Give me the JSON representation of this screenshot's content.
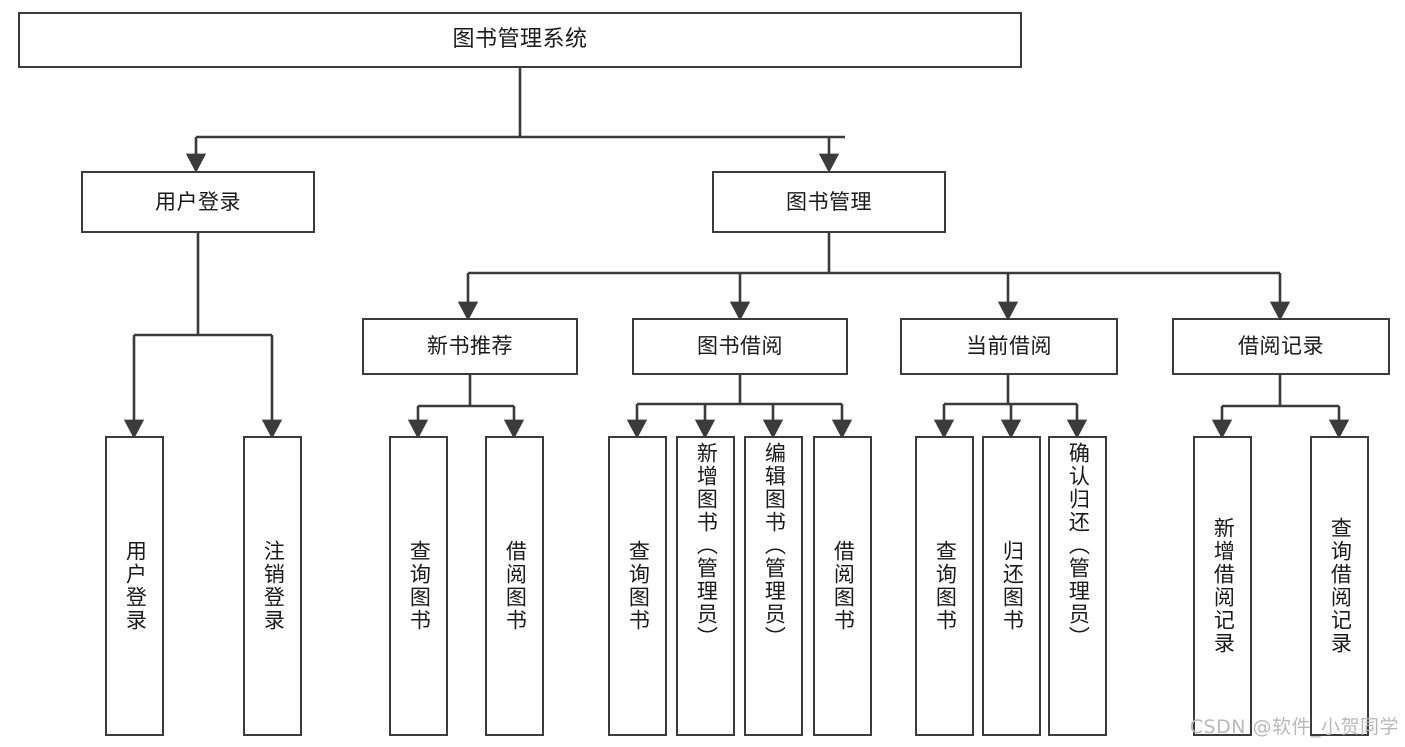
{
  "diagram": {
    "title": "图书管理系统",
    "type": "tree-structure-chart",
    "watermark": "CSDN @软件_小贺同学",
    "colors": {
      "stroke": "#3b3b3b",
      "fill": "#ffffff",
      "text": "#1a1a1a",
      "watermark": "#b9b9b9"
    },
    "nodes": {
      "root": {
        "label": "图书管理系统"
      },
      "level2": [
        {
          "id": "user-login",
          "label": "用户登录"
        },
        {
          "id": "book-manage",
          "label": "图书管理"
        }
      ],
      "level3": [
        {
          "id": "new-book-recommend",
          "label": "新书推荐"
        },
        {
          "id": "book-borrow",
          "label": "图书借阅"
        },
        {
          "id": "current-borrow",
          "label": "当前借阅"
        },
        {
          "id": "borrow-record",
          "label": "借阅记录"
        }
      ],
      "leaves": {
        "user_login": [
          {
            "id": "leaf-user-login",
            "label": "用户登录"
          },
          {
            "id": "leaf-logout-login",
            "label": "注销登录"
          }
        ],
        "new_book_recommend": [
          {
            "id": "leaf-query-book-1",
            "label": "查询图书"
          },
          {
            "id": "leaf-borrow-book-1",
            "label": "借阅图书"
          }
        ],
        "book_borrow": [
          {
            "id": "leaf-query-book-2",
            "label": "查询图书"
          },
          {
            "id": "leaf-add-book",
            "label": "新增图书（管理员）"
          },
          {
            "id": "leaf-edit-book",
            "label": "编辑图书（管理员）"
          },
          {
            "id": "leaf-borrow-book-2",
            "label": "借阅图书"
          }
        ],
        "current_borrow": [
          {
            "id": "leaf-query-book-3",
            "label": "查询图书"
          },
          {
            "id": "leaf-return-book",
            "label": "归还图书"
          },
          {
            "id": "leaf-confirm-return",
            "label": "确认归还（管理员）"
          }
        ],
        "borrow_record": [
          {
            "id": "leaf-add-record",
            "label": "新增借阅记录"
          },
          {
            "id": "leaf-query-record",
            "label": "查询借阅记录"
          }
        ]
      }
    }
  }
}
